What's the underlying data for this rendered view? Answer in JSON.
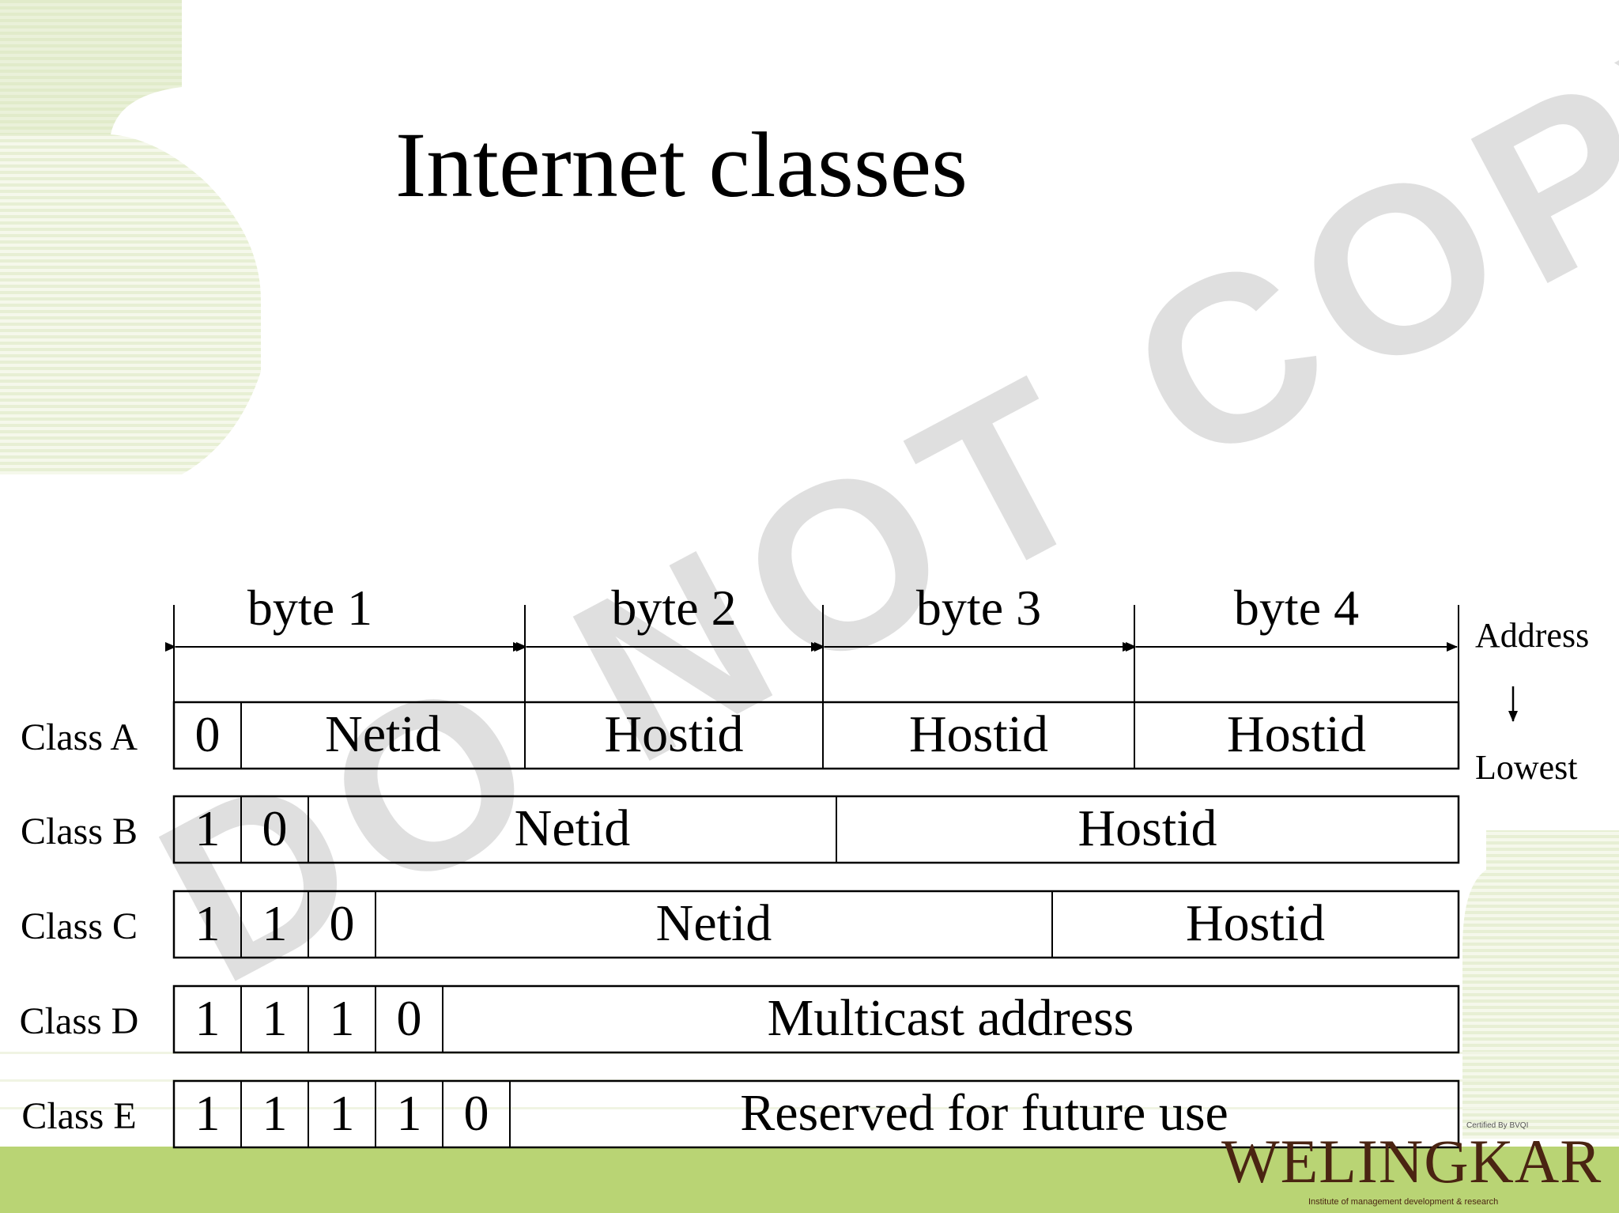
{
  "slide": {
    "title": "Internet classes",
    "watermark": "DO NOT COPY",
    "logo": {
      "name": "WELINGKAR",
      "tagline": "Institute of management development & research",
      "cert": "Certified By BVQI"
    }
  },
  "diagram": {
    "bytes": [
      "byte 1",
      "byte 2",
      "byte 3",
      "byte 4"
    ],
    "address_label": "Address",
    "lowest_label": "Lowest",
    "rows": [
      {
        "label": "Class A",
        "cells": [
          {
            "text": "0",
            "w": 1
          },
          {
            "text": "Netid",
            "w": 4.2
          },
          {
            "text": "Hostid",
            "w": 4.4
          },
          {
            "text": "Hostid",
            "w": 4.6
          },
          {
            "text": "Hostid",
            "w": 4.8
          }
        ]
      },
      {
        "label": "Class B",
        "cells": [
          {
            "text": "1",
            "w": 1
          },
          {
            "text": "0",
            "w": 1
          },
          {
            "text": "Netid",
            "w": 7.8
          },
          {
            "text": "Hostid",
            "w": 9.2
          }
        ]
      },
      {
        "label": "Class C",
        "cells": [
          {
            "text": "1",
            "w": 1
          },
          {
            "text": "1",
            "w": 1
          },
          {
            "text": "0",
            "w": 1
          },
          {
            "text": "Netid",
            "w": 10
          },
          {
            "text": "Hostid",
            "w": 6
          }
        ]
      },
      {
        "label": "Class D",
        "cells": [
          {
            "text": "1",
            "w": 1
          },
          {
            "text": "1",
            "w": 1
          },
          {
            "text": "1",
            "w": 1
          },
          {
            "text": "0",
            "w": 1
          },
          {
            "text": "Multicast address",
            "w": 15
          }
        ]
      },
      {
        "label": "Class E",
        "cells": [
          {
            "text": "1",
            "w": 1
          },
          {
            "text": "1",
            "w": 1
          },
          {
            "text": "1",
            "w": 1
          },
          {
            "text": "1",
            "w": 1
          },
          {
            "text": "0",
            "w": 1
          },
          {
            "text": "Reserved for future use",
            "w": 14
          }
        ]
      }
    ]
  },
  "colors": {
    "accent_green": "#b9d474",
    "pale_green": "#e4eccd",
    "watermark_gray": "#dcdcdc",
    "logo_brown": "#4a2412"
  }
}
